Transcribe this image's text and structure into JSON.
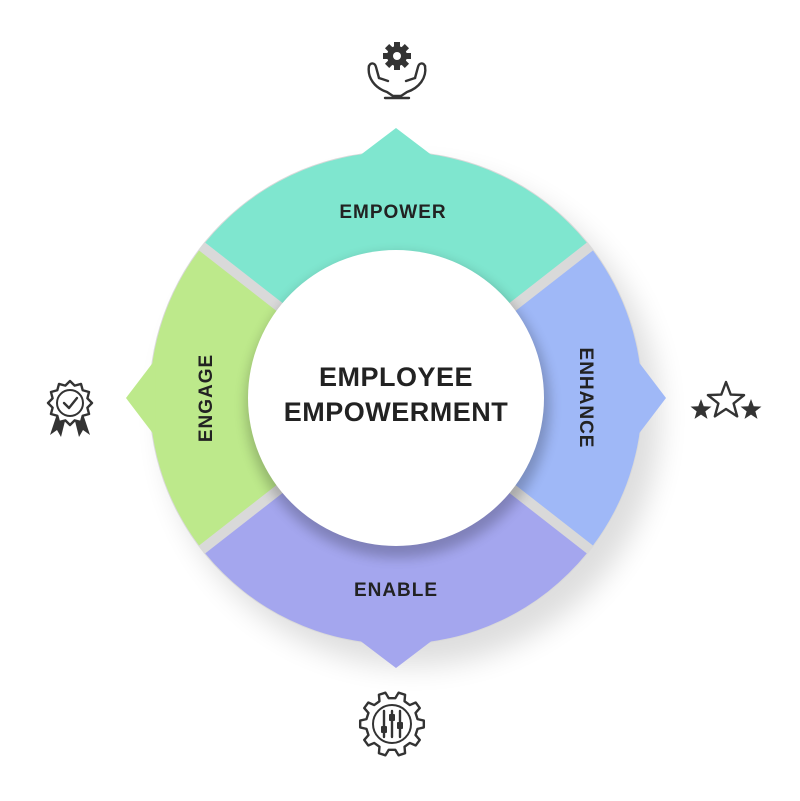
{
  "center": {
    "line1": "EMPLOYEE",
    "line2": "EMPOWERMENT"
  },
  "segments": {
    "top": {
      "label": "EMPOWER",
      "color": "#7fe6cf",
      "icon": "hands-holding-gear-icon"
    },
    "right": {
      "label": "ENHANCE",
      "color": "#9fb8f7",
      "icon": "three-stars-icon"
    },
    "bottom": {
      "label": "ENABLE",
      "color": "#a4a6ee",
      "icon": "gear-with-sliders-icon"
    },
    "left": {
      "label": "ENGAGE",
      "color": "#bde98b",
      "icon": "award-badge-check-icon"
    }
  },
  "colors": {
    "icon_stroke": "#333333",
    "gap": "#d9d9d9",
    "center_fill": "#ffffff"
  }
}
